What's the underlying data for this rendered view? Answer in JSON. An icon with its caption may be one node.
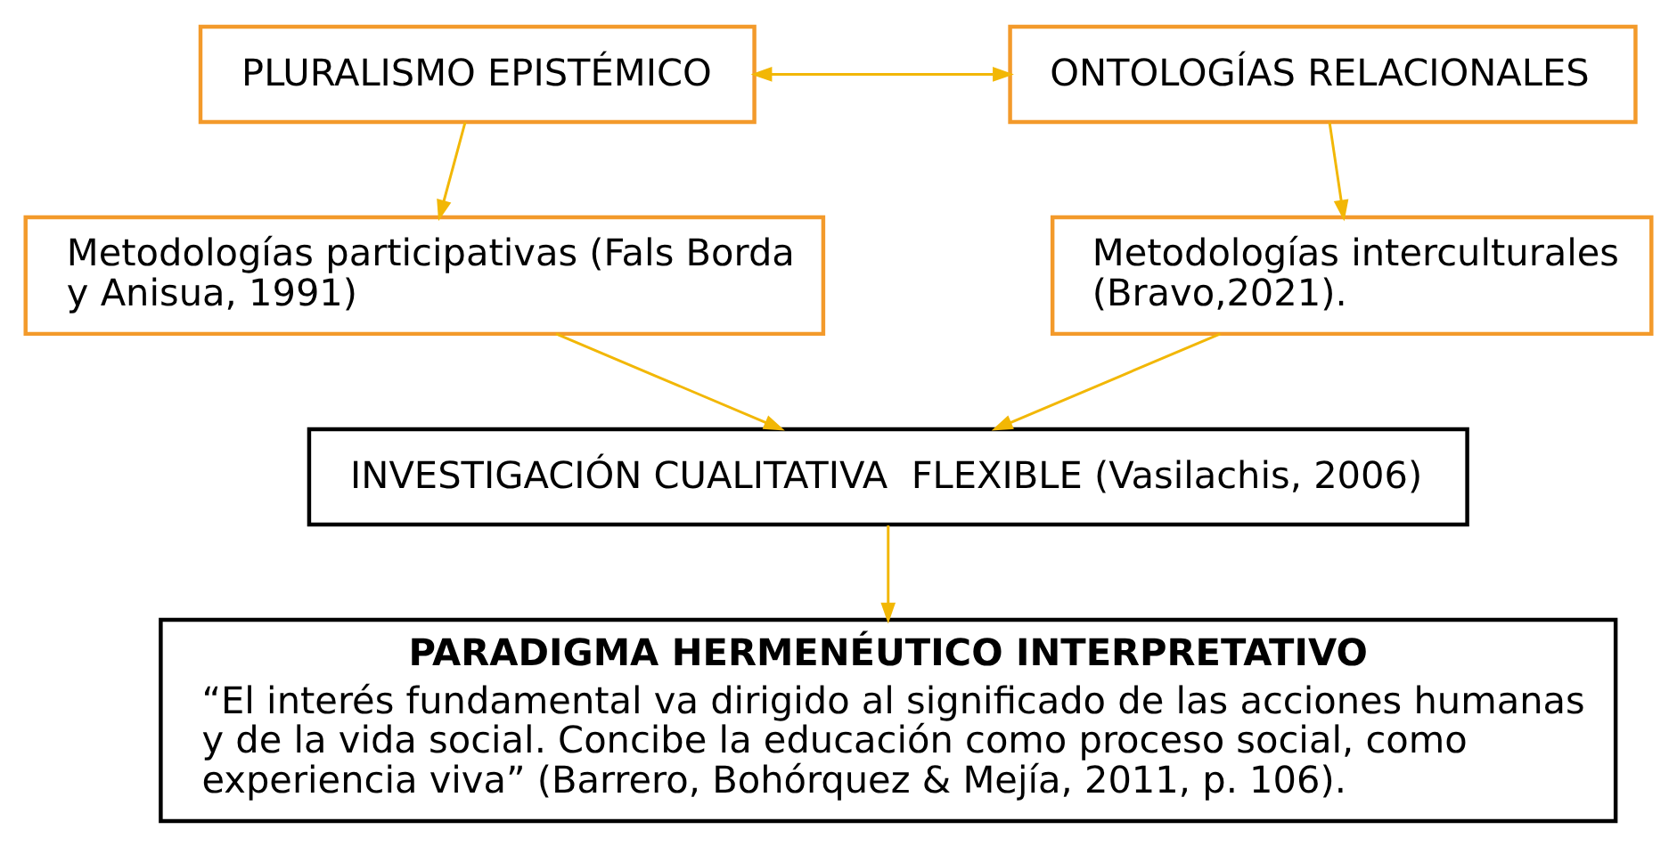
{
  "diagram": {
    "nodes": [
      {
        "text": [
          "PLURALISMO EPISTÉMICO"
        ]
      },
      {
        "text": [
          "ONTOLOGÍAS RELACIONALES"
        ]
      },
      {
        "text": [
          "Metodologías participativas (Fals Borda y Anisua, 1991)"
        ]
      },
      {
        "text": [
          "Metodologías interculturales (Bravo,2021)."
        ]
      },
      {
        "text": [
          "INVESTIGACIÓN CUALITATIVA  FLEXIBLE (Vasilachis, 2006)"
        ]
      },
      {
        "text": [
          "PARADIGMA HERMENÉUTICO INTERPRETATIVO",
          "“El interés fundamental va dirigido al significado de las acciones humanas y de la vida social. Concibe la educación como proceso social, como experiencia viva” (Barrero, Bohórquez & Mejía, 2011, p. 106)."
        ]
      }
    ],
    "edges": [
      {
        "from": 0,
        "to": 1,
        "arrow": "both"
      },
      {
        "from": 0,
        "to": 2,
        "arrow": "to"
      },
      {
        "from": 1,
        "to": 3,
        "arrow": "to"
      },
      {
        "from": 2,
        "to": 4,
        "arrow": "to"
      },
      {
        "from": 3,
        "to": 4,
        "arrow": "to"
      },
      {
        "from": 4,
        "to": 5,
        "arrow": "to"
      }
    ]
  }
}
